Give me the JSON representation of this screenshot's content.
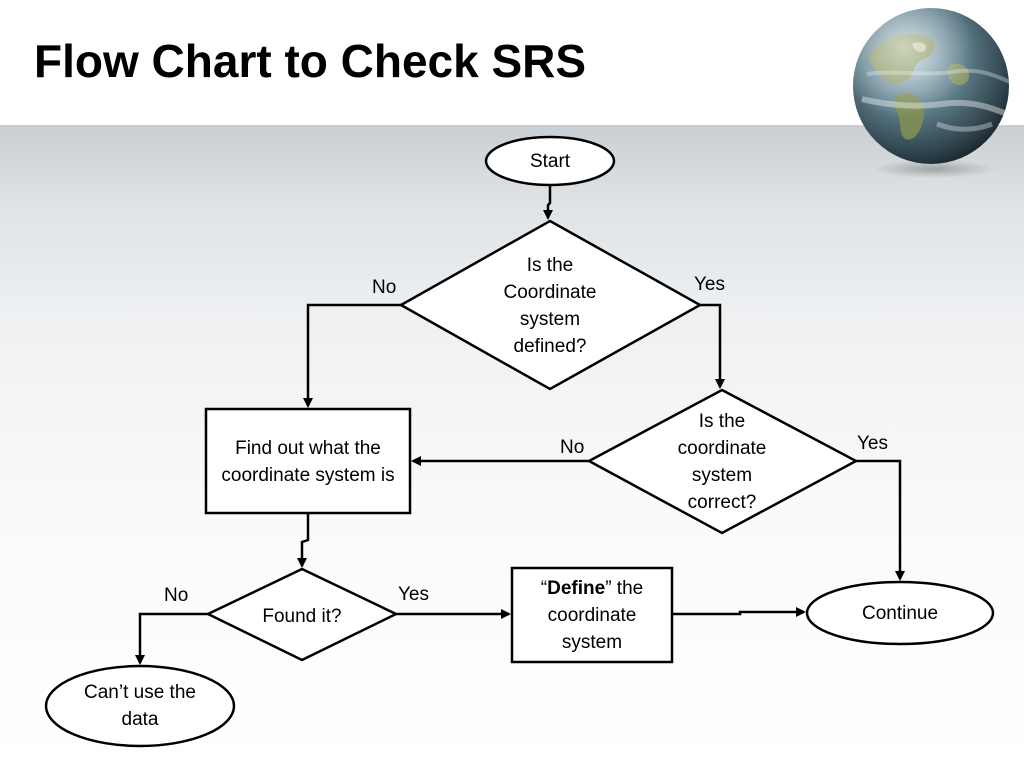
{
  "slide": {
    "title": "Flow Chart to Check SRS"
  },
  "nodes": {
    "start": {
      "label": "Start"
    },
    "decision_defined": {
      "label": "Is the Coordinate system defined?"
    },
    "decision_correct": {
      "label": "Is the coordinate system correct?"
    },
    "find_out": {
      "label": "Find out what the coordinate system is"
    },
    "decision_found": {
      "label": "Found it?"
    },
    "define": {
      "quote_open": "“",
      "bold": "Define",
      "rest": "” the coordinate system"
    },
    "continue": {
      "label": "Continue"
    },
    "cant_use": {
      "label": "Can’t use the data"
    }
  },
  "edges": {
    "defined_no": "No",
    "defined_yes": "Yes",
    "correct_no": "No",
    "correct_yes": "Yes",
    "found_no": "No",
    "found_yes": "Yes"
  },
  "colors": {
    "stroke": "#000000",
    "fill": "#ffffff",
    "text": "#000000"
  },
  "icons": {
    "globe": "earth-globe-icon"
  }
}
